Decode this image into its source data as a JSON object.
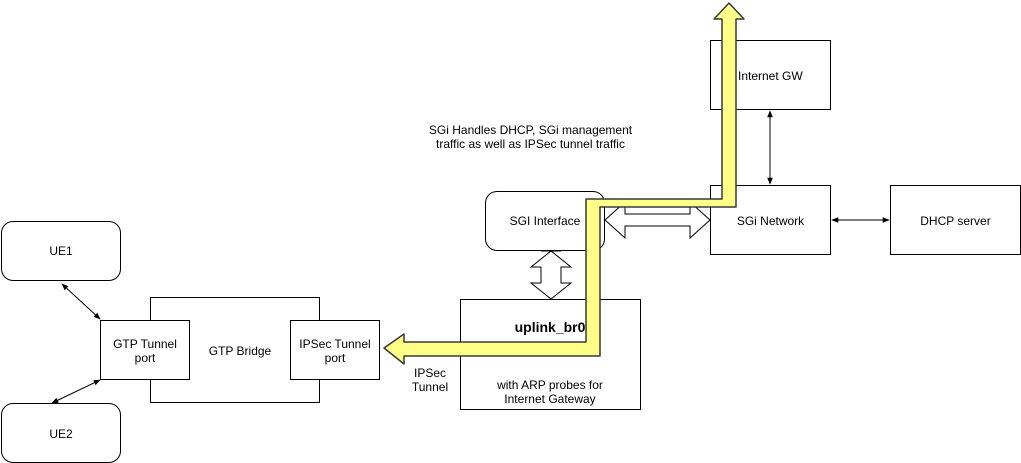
{
  "nodes": {
    "ue1": "UE1",
    "ue2": "UE2",
    "gtp_bridge": "GTP Bridge",
    "gtp_tunnel_port": "GTP Tunnel port",
    "ipsec_tunnel_port": "IPSec Tunnel port",
    "ipsec_tunnel": "IPSec Tunnel",
    "uplink_br0": "uplink_br0",
    "uplink_note": "with ARP probes for Internet Gateway",
    "sgi_interface": "SGI Interface",
    "sgi_network": "SGi Network",
    "dhcp_server": "DHCP server",
    "internet_gw": "Internet GW"
  },
  "annotation": "SGi Handles DHCP, SGi management traffic as well as IPSec tunnel traffic",
  "colors": {
    "stroke": "#000000",
    "highlight_fill": "#ffff88",
    "highlight_stroke": "#36393d"
  }
}
